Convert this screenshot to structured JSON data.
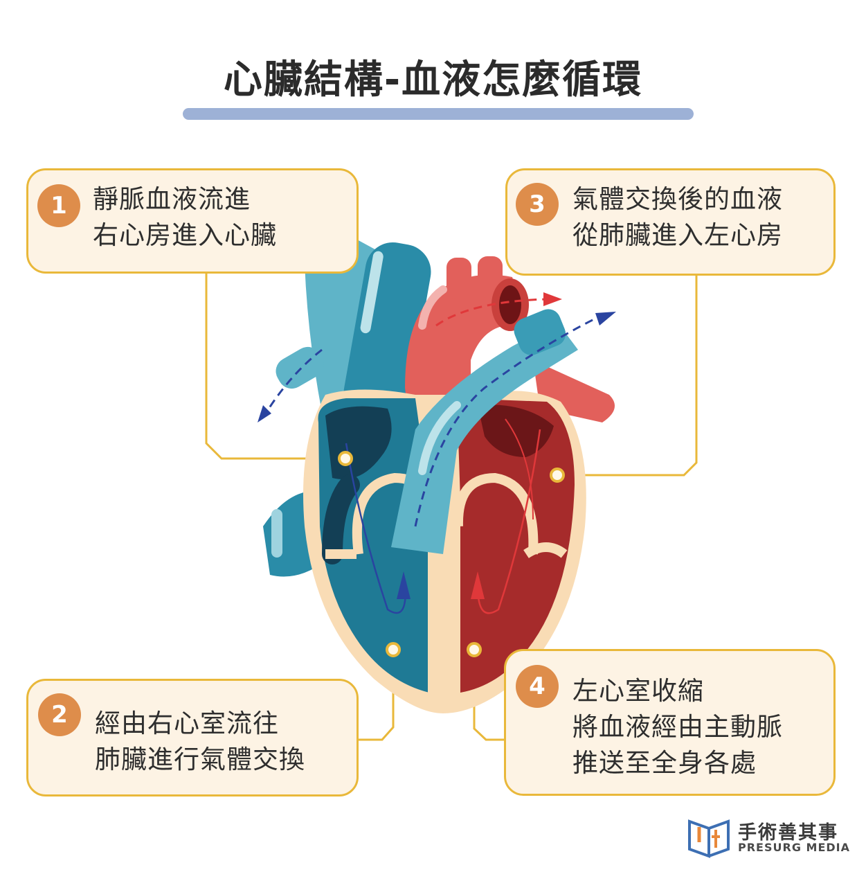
{
  "title": "心臟結構-血液怎麼循環",
  "steps": [
    {
      "number": "1",
      "line1": "靜脈血液流進",
      "line2": "右心房進入心臟"
    },
    {
      "number": "2",
      "line1": "經由右心室流往",
      "line2": "肺臟進行氣體交換"
    },
    {
      "number": "3",
      "line1": "氣體交換後的血液",
      "line2": "從肺臟進入左心房"
    },
    {
      "number": "4",
      "line1": "左心室收縮",
      "line2": "將血液經由主動脈",
      "line3": "推送至全身各處"
    }
  ],
  "brand": {
    "name_zh": "手術善其事",
    "name_en": "PRESURG MEDIA"
  },
  "colors": {
    "card_bg": "#fdf3e4",
    "card_border": "#e9b83a",
    "badge": "#de8d4b",
    "deoxygenated_blue": "#2a8ca8",
    "oxygenated_red": "#d9534f",
    "title_bar": "#9db1d6"
  }
}
